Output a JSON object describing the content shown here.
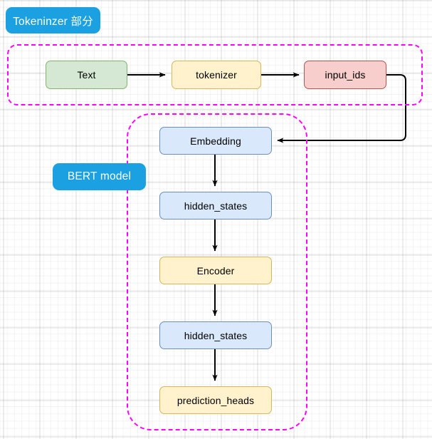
{
  "diagram": {
    "title": "BERT pipeline flowchart",
    "background": {
      "color": "#ffffff",
      "grid_minor_color": "#f0f0f0",
      "grid_major_color": "#dcdcdc"
    },
    "palette": {
      "group_label_fill": "#1ba1e2",
      "group_label_text": "#ffffff",
      "group_border": "#ff00ff",
      "green_fill": "#d5e8d4",
      "green_border": "#82b366",
      "yellow_fill": "#fff2cc",
      "yellow_border": "#d6b656",
      "red_fill": "#f8cecc",
      "red_border": "#b85450",
      "blue_fill": "#dae8fc",
      "blue_border": "#6c8ebf",
      "edge_color": "#000000"
    },
    "groups": [
      {
        "id": "tokenizer_group",
        "label": "Tokeninzer 部分"
      },
      {
        "id": "bert_group",
        "label": "BERT model"
      }
    ],
    "nodes": [
      {
        "id": "text",
        "label": "Text",
        "style": "green"
      },
      {
        "id": "tokenizer",
        "label": "tokenizer",
        "style": "yellow"
      },
      {
        "id": "input_ids",
        "label": "input_ids",
        "style": "red"
      },
      {
        "id": "embedding",
        "label": "Embedding",
        "style": "blue"
      },
      {
        "id": "hidden_states_1",
        "label": "hidden_states",
        "style": "blue"
      },
      {
        "id": "encoder",
        "label": "Encoder",
        "style": "yellow"
      },
      {
        "id": "hidden_states_2",
        "label": "hidden_states",
        "style": "blue"
      },
      {
        "id": "prediction_heads",
        "label": "prediction_heads",
        "style": "yellow"
      }
    ],
    "edges": [
      {
        "from": "text",
        "to": "tokenizer",
        "kind": "arrow-right"
      },
      {
        "from": "tokenizer",
        "to": "input_ids",
        "kind": "arrow-right"
      },
      {
        "from": "input_ids",
        "to": "embedding",
        "kind": "arrow-elbow-left"
      },
      {
        "from": "embedding",
        "to": "hidden_states_1",
        "kind": "arrow-down"
      },
      {
        "from": "hidden_states_1",
        "to": "encoder",
        "kind": "arrow-down"
      },
      {
        "from": "encoder",
        "to": "hidden_states_2",
        "kind": "arrow-down"
      },
      {
        "from": "hidden_states_2",
        "to": "prediction_heads",
        "kind": "arrow-down"
      }
    ]
  }
}
